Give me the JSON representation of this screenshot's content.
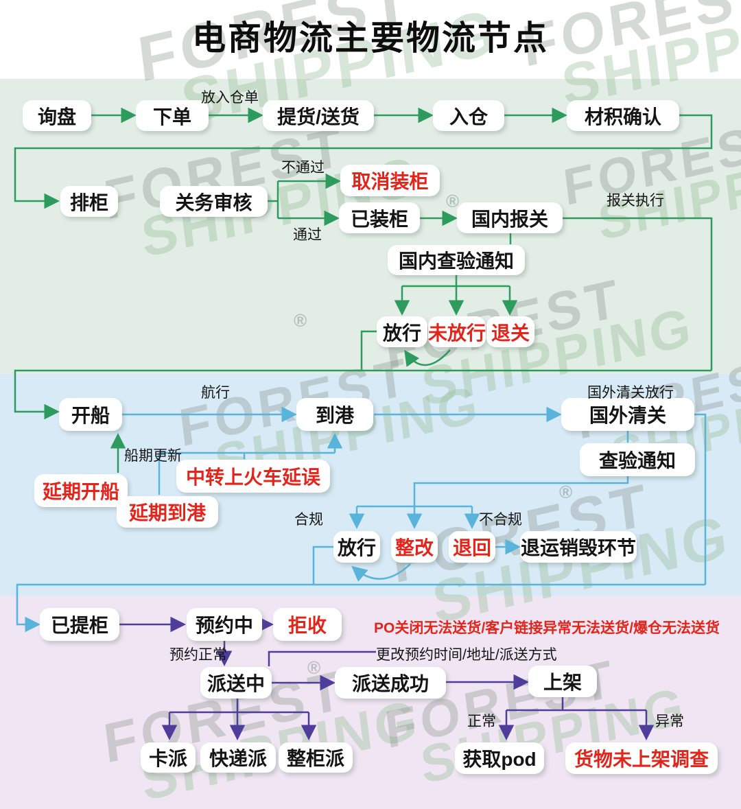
{
  "title": "电商物流主要物流节点",
  "watermark": {
    "brand_line1": "FOREST",
    "brand_line2": "SHIPPING",
    "registered_mark": "®"
  },
  "palette": {
    "green_line": "#2e9b5e",
    "blue_line": "#58b4da",
    "purple_line": "#4e3d9b",
    "red_text": "#e1251b",
    "section_green": "#e2eee5",
    "section_blue": "#d8eaf6",
    "section_pink": "#f0e5f2",
    "node_bg": "#ffffff",
    "text": "#141414"
  },
  "nodes": [
    {
      "id": "xunpan",
      "label": "询盘",
      "red": false
    },
    {
      "id": "xiadan",
      "label": "下单",
      "red": false
    },
    {
      "id": "tihuo",
      "label": "提货/送货",
      "red": false
    },
    {
      "id": "rucang",
      "label": "入仓",
      "red": false
    },
    {
      "id": "caiji",
      "label": "材积确认",
      "red": false
    },
    {
      "id": "paigui",
      "label": "排柜",
      "red": false
    },
    {
      "id": "guanwu",
      "label": "关务审核",
      "red": false
    },
    {
      "id": "quxiao",
      "label": "取消装柜",
      "red": true
    },
    {
      "id": "yizhuanggui",
      "label": "已装柜",
      "red": false
    },
    {
      "id": "guonei_baoguan",
      "label": "国内报关",
      "red": false
    },
    {
      "id": "guonei_chayan",
      "label": "国内查验通知",
      "red": false
    },
    {
      "id": "fangxing_cn",
      "label": "放行",
      "red": false
    },
    {
      "id": "weifangxing",
      "label": "未放行",
      "red": true
    },
    {
      "id": "tuiguan",
      "label": "退关",
      "red": true
    },
    {
      "id": "kaichuan",
      "label": "开船",
      "red": false
    },
    {
      "id": "daogang",
      "label": "到港",
      "red": false
    },
    {
      "id": "guowai_qingguan",
      "label": "国外清关",
      "red": false
    },
    {
      "id": "chayan_tongzhi",
      "label": "查验通知",
      "red": false
    },
    {
      "id": "yanqi_kaichuan",
      "label": "延期开船",
      "red": true
    },
    {
      "id": "zhongzhuan",
      "label": "中转上火车延误",
      "red": true
    },
    {
      "id": "yanqi_daogang",
      "label": "延期到港",
      "red": true
    },
    {
      "id": "fangxing_fr",
      "label": "放行",
      "red": false
    },
    {
      "id": "zhenggai",
      "label": "整改",
      "red": true
    },
    {
      "id": "tuihui",
      "label": "退回",
      "red": true
    },
    {
      "id": "tuiyun",
      "label": "退运销毁环节",
      "red": false
    },
    {
      "id": "yitigui",
      "label": "已提柜",
      "red": false
    },
    {
      "id": "yuyuezhong",
      "label": "预约中",
      "red": false
    },
    {
      "id": "jushou",
      "label": "拒收",
      "red": true
    },
    {
      "id": "paisongzhong",
      "label": "派送中",
      "red": false
    },
    {
      "id": "paisong_chenggong",
      "label": "派送成功",
      "red": false
    },
    {
      "id": "shangjia",
      "label": "上架",
      "red": false
    },
    {
      "id": "kapai",
      "label": "卡派",
      "red": false
    },
    {
      "id": "kuaidipai",
      "label": "快递派",
      "red": false
    },
    {
      "id": "zhengguipai",
      "label": "整柜派",
      "red": false
    },
    {
      "id": "huoqupod",
      "label": "获取pod",
      "red": false
    },
    {
      "id": "huowu",
      "label": "货物未上架调查",
      "red": true
    }
  ],
  "labels": [
    {
      "id": "fangrucangdan",
      "text": "放入仓单",
      "red": false
    },
    {
      "id": "butongguo",
      "text": "不通过",
      "red": false
    },
    {
      "id": "tongguo",
      "text": "通过",
      "red": false
    },
    {
      "id": "baoguanzhixing",
      "text": "报关执行",
      "red": false
    },
    {
      "id": "hangxing",
      "text": "航行",
      "red": false
    },
    {
      "id": "guowaiqingguanfangxing",
      "text": "国外清关放行",
      "red": false
    },
    {
      "id": "chuanqigengxin",
      "text": "船期更新",
      "red": false
    },
    {
      "id": "hegui",
      "text": "合规",
      "red": false
    },
    {
      "id": "buhegui",
      "text": "不合规",
      "red": false
    },
    {
      "id": "po_note",
      "text": "PO关闭无法送货/客户链接异常无法送货/爆仓无法送货",
      "red": true
    },
    {
      "id": "yuyuezhengchang",
      "text": "预约正常",
      "red": false
    },
    {
      "id": "genggai",
      "text": "更改预约时间/地址/派送方式",
      "red": false
    },
    {
      "id": "zhengchang",
      "text": "正常",
      "red": false
    },
    {
      "id": "yichang",
      "text": "异常",
      "red": false
    }
  ]
}
